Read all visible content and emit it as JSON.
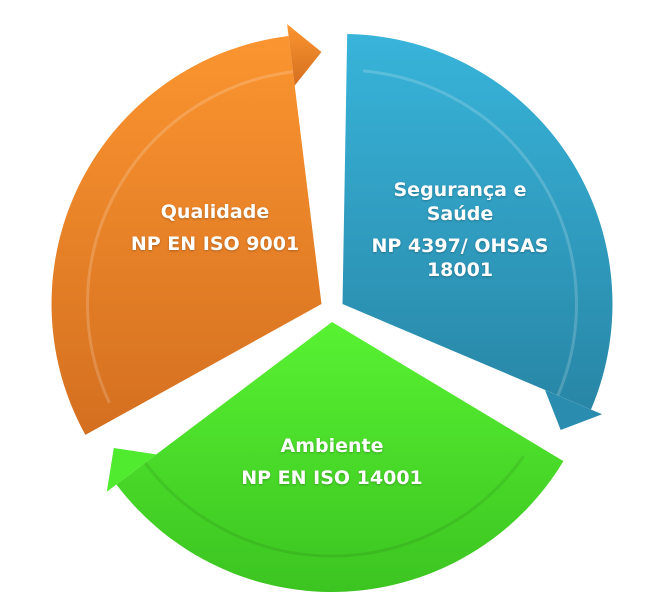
{
  "segments": [
    {
      "id": "quality",
      "title": "Qualidade",
      "standard": "NP EN ISO 9001",
      "color_top": "#fb9530",
      "color_bottom": "#d46f20"
    },
    {
      "id": "safety",
      "title": "Segurança e Saúde",
      "standard": "NP 4397/ OHSAS 18001",
      "color_top": "#38b4da",
      "color_bottom": "#2886a6"
    },
    {
      "id": "environment",
      "title": "Ambiente",
      "standard": "NP EN ISO 14001",
      "color_top": "#58f232",
      "color_bottom": "#3cc421"
    }
  ]
}
